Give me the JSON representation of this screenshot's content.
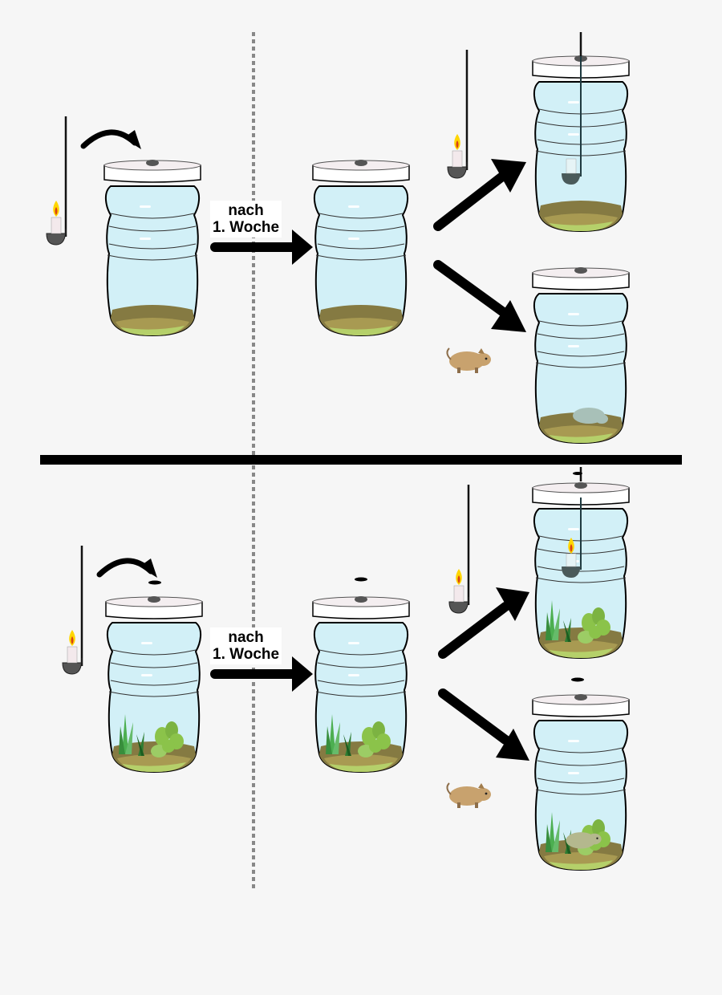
{
  "diagram": {
    "title": "",
    "colors": {
      "background": "#f6f6f6",
      "jar_glass": "#d2f0f7",
      "jar_outline": "#000000",
      "lid": "#ffffff",
      "soil": "#857a42",
      "soil_bottom": "#b5d06a",
      "plant": "#4caf50",
      "leaf": "#8bc34a",
      "arrow": "#000000",
      "divider_dashed": "#888888",
      "mouse_alive": "#c8a26e",
      "mouse_dead": "#a8c0b8"
    },
    "rows": [
      {
        "id": "without-plants",
        "step1": {
          "description": "Burning candle on spoon lowered into sealed jar with soil only"
        },
        "transition_label": "nach\n1. Woche",
        "transition_label_line1": "nach",
        "transition_label_line2": "1. Woche",
        "step2": {
          "description": "Sealed jar with soil after one week"
        },
        "outcomes": [
          {
            "test": "candle",
            "result": "Candle extinguished inside jar"
          },
          {
            "test": "mouse",
            "result": "Mouse dies inside jar"
          }
        ]
      },
      {
        "id": "with-plants",
        "step1": {
          "description": "Burning candle on spoon lowered into sealed jar with soil and plants"
        },
        "transition_label_line1": "nach",
        "transition_label_line2": "1. Woche",
        "step2": {
          "description": "Sealed jar with plants after one week"
        },
        "outcomes": [
          {
            "test": "candle",
            "result": "Candle keeps burning inside jar"
          },
          {
            "test": "mouse",
            "result": "Mouse stays alive inside jar"
          }
        ]
      }
    ]
  }
}
